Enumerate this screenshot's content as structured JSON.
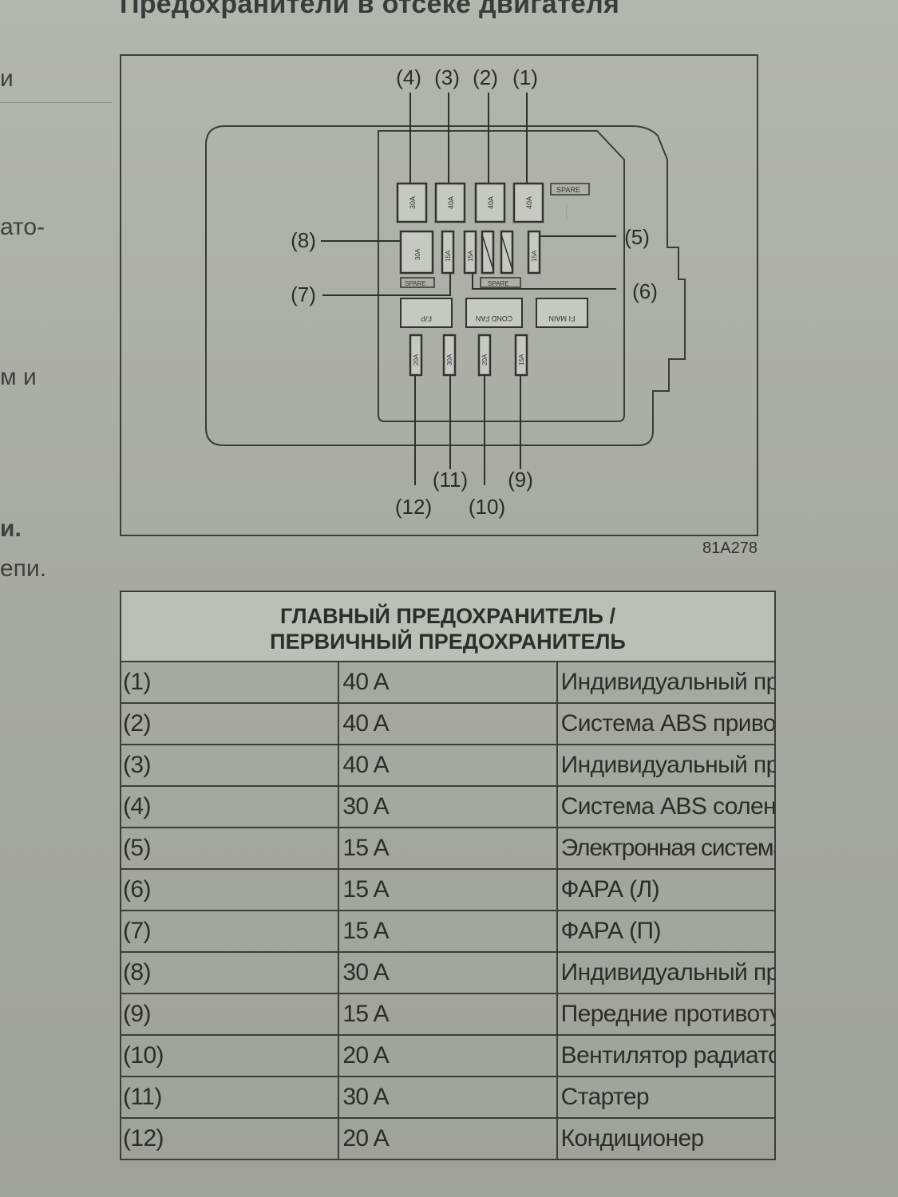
{
  "page": {
    "title": "Предохранители в отсеке двигателя"
  },
  "margin": {
    "fragments": [
      "и",
      "ато-",
      "м и",
      "и.",
      "епи."
    ]
  },
  "diagram": {
    "figure_code": "81A278",
    "callouts": {
      "c1": "(1)",
      "c2": "(2)",
      "c3": "(3)",
      "c4": "(4)",
      "c5": "(5)",
      "c6": "(6)",
      "c7": "(7)",
      "c8": "(8)",
      "c9": "(9)",
      "c10": "(10)",
      "c11": "(11)",
      "c12": "(12)"
    },
    "fuse_marks": {
      "f1": "40A",
      "f2": "40A",
      "f3": "40A",
      "f4": "30A",
      "f8": "30A",
      "f7": "15A",
      "f6": "15A",
      "f5": "15A",
      "f12": "20A",
      "f11": "30A",
      "f10": "20A",
      "f9": "15A"
    },
    "relays": {
      "r1": "F/P",
      "r2": "COND FAN",
      "r3": "FI MAIN"
    },
    "tags": {
      "spare_top": "SPARE",
      "spare_left": "SPARE",
      "spare_mid": "SPARE"
    }
  },
  "table": {
    "header_line1": "ГЛАВНЫЙ ПРЕДОХРАНИТЕЛЬ /",
    "header_line2": "ПЕРВИЧНЫЙ ПРЕДОХРАНИТЕЛЬ",
    "rows": [
      {
        "num": "(1)",
        "amp": "40 A",
        "desc": "Индивидуальный предохранитель"
      },
      {
        "num": "(2)",
        "amp": "40 A",
        "desc": "Система ABS  привод"
      },
      {
        "num": "(3)",
        "amp": "40 A",
        "desc": "Индивидуальный предохранитель"
      },
      {
        "num": "(4)",
        "amp": "30 A",
        "desc": "Система ABS  соленоиды"
      },
      {
        "num": "(5)",
        "amp": "15 A",
        "desc": "Электронная система впрыска топлива"
      },
      {
        "num": "(6)",
        "amp": "15 A",
        "desc": "ФАРА (Л)"
      },
      {
        "num": "(7)",
        "amp": "15 A",
        "desc": "ФАРА (П)"
      },
      {
        "num": "(8)",
        "amp": "30 A",
        "desc": "Индивидуальный предохранитель"
      },
      {
        "num": "(9)",
        "amp": "15 A",
        "desc": "Передние противотуманные фары"
      },
      {
        "num": "(10)",
        "amp": "20 A",
        "desc": "Вентилятор радиатора"
      },
      {
        "num": "(11)",
        "amp": "30 A",
        "desc": "Стартер"
      },
      {
        "num": "(12)",
        "amp": "20 A",
        "desc": "Кондиционер"
      }
    ]
  }
}
